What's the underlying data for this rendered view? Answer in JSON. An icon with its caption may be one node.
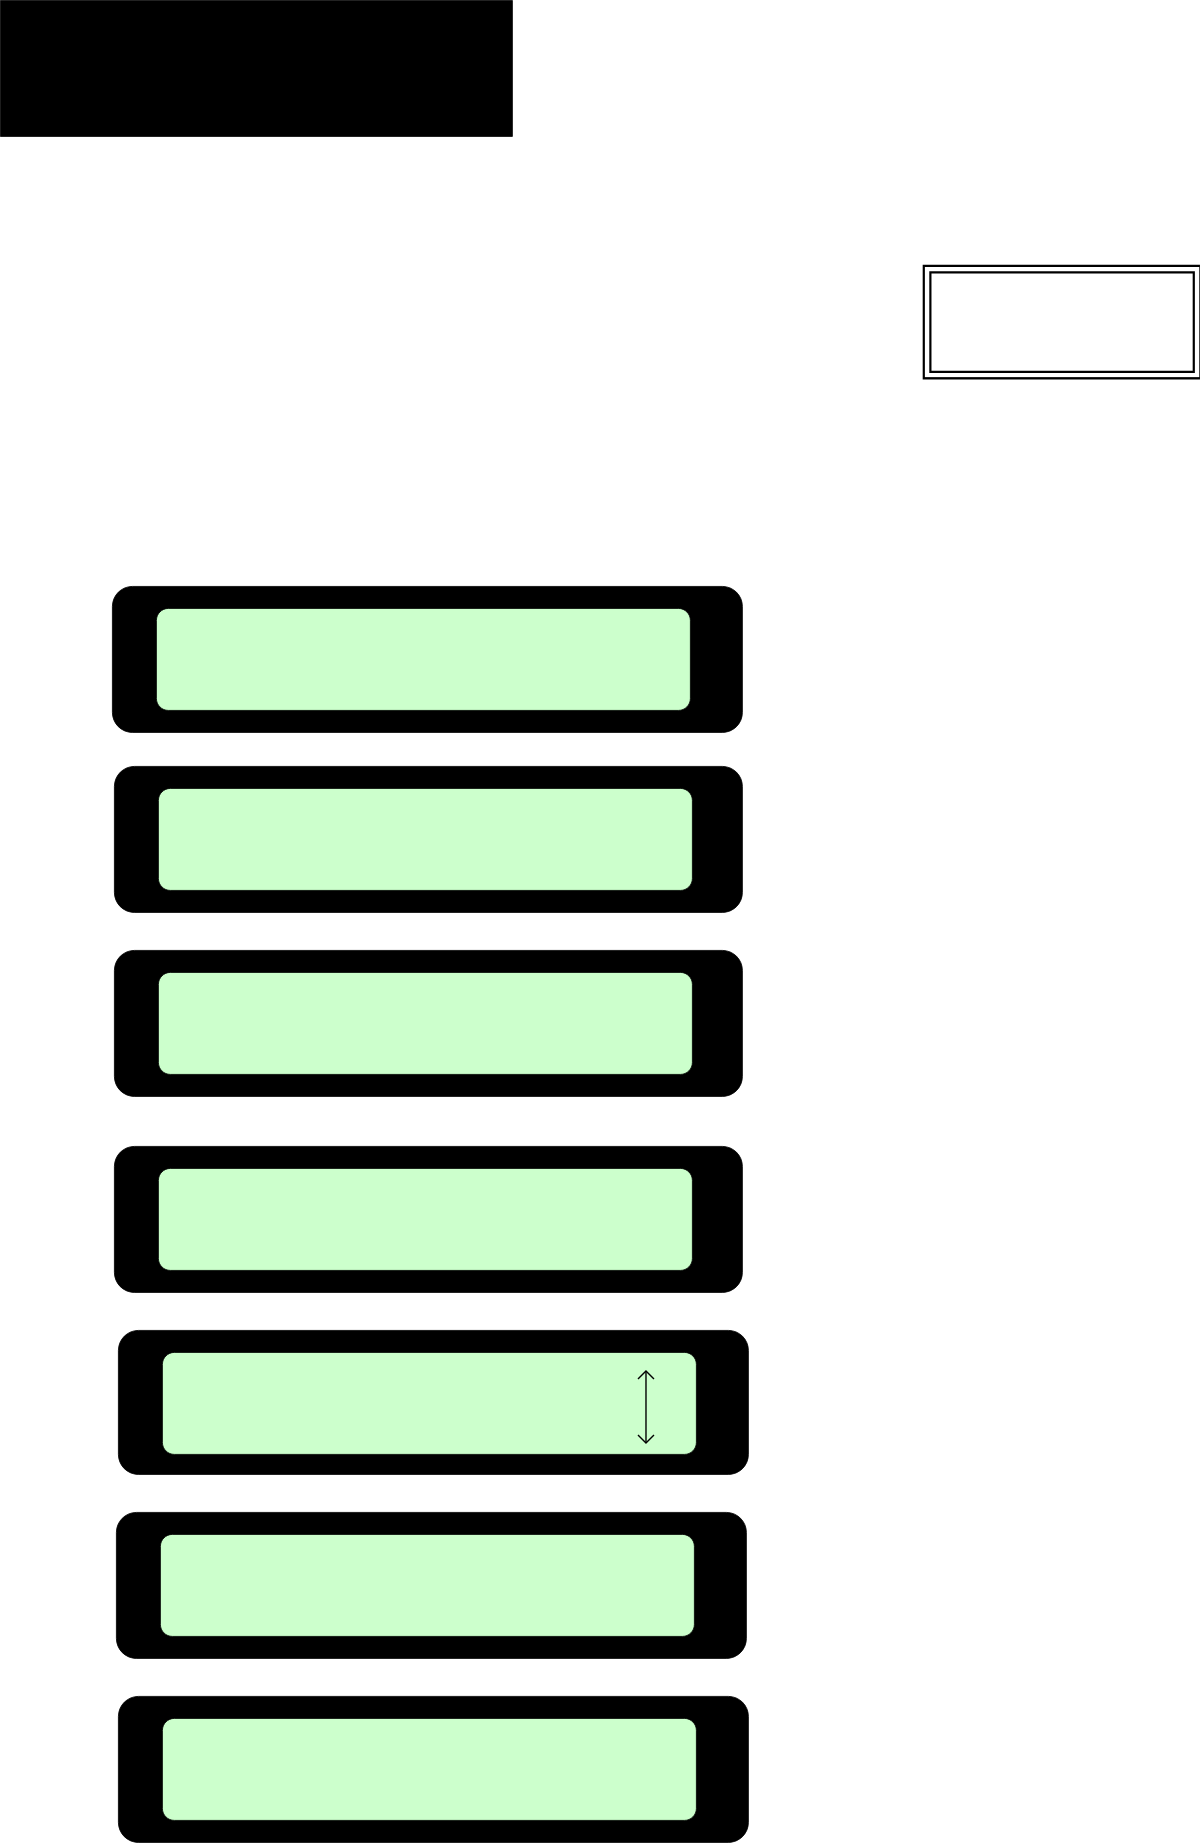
{
  "diagram": {
    "nodes": [
      {
        "text": [],
        "shape": "box"
      },
      {
        "text": [],
        "shape": "box"
      },
      {
        "text": [],
        "shape": "box"
      },
      {
        "text": [],
        "shape": "box",
        "in": 2
      },
      {
        "text": [],
        "shape": "box"
      },
      {
        "text": [],
        "shape": "box",
        "in": 4
      },
      {
        "text": [],
        "shape": "box"
      },
      {
        "text": [],
        "shape": "box",
        "in": 6
      },
      {
        "text": [],
        "shape": "box"
      },
      {
        "text": [],
        "shape": "box",
        "in": 8
      },
      {
        "text": [],
        "shape": "box"
      },
      {
        "text": [],
        "shape": "box",
        "in": 10
      },
      {
        "text": [],
        "shape": "box"
      },
      {
        "text": [],
        "shape": "box",
        "in": 12
      },
      {
        "text": [],
        "shape": "box"
      },
      {
        "text": [],
        "shape": "box",
        "in": 14
      }
    ]
  }
}
